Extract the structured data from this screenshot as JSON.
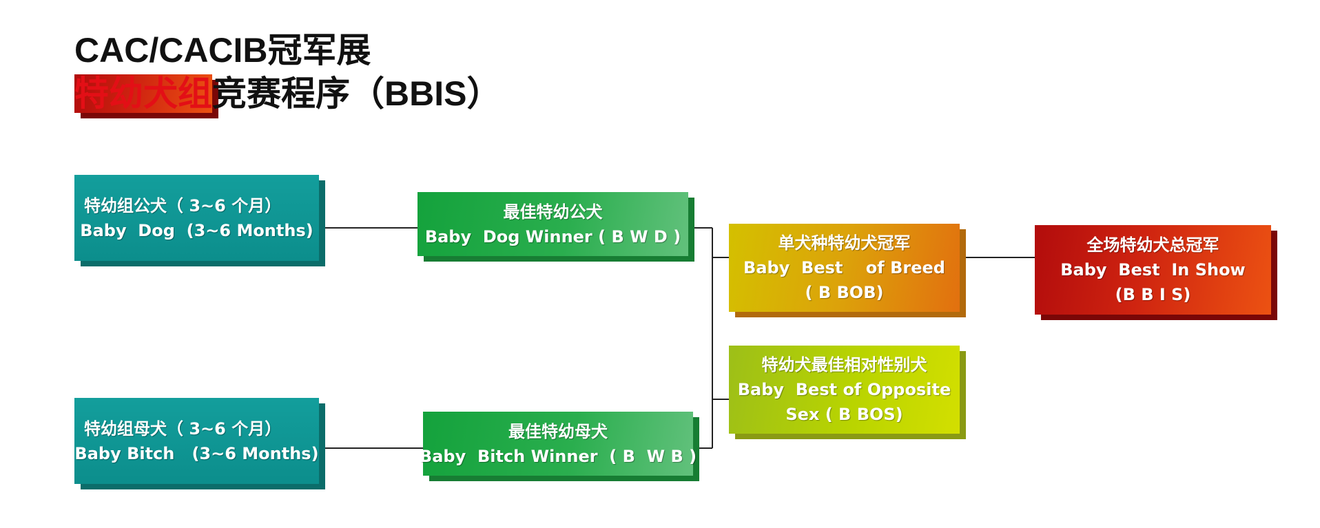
{
  "title": {
    "line1": "CAC/CACIB冠军展",
    "line2_highlight": "特幼犬组",
    "line2_rest": "竞赛程序（BBIS）"
  },
  "nodes": {
    "baby_dog": {
      "line1": "特幼组公犬（ 3~6 个月）",
      "line2": "Baby  Dog  (3~6 Months)"
    },
    "baby_bitch": {
      "line1": "特幼组母犬（ 3~6 个月）",
      "line2": "Baby Bitch   (3~6 Months)"
    },
    "bwd": {
      "line1": "最佳特幼公犬",
      "line2": "Baby  Dog Winner ( B W D )"
    },
    "bwb": {
      "line1": "最佳特幼母犬",
      "line2": "Baby  Bitch Winner  ( B  W B )"
    },
    "bbob": {
      "line1": "单犬种特幼犬冠军",
      "line2": "Baby  Best    of Breed",
      "line3": "( B BOB)"
    },
    "bbos": {
      "line1": "特幼犬最佳相对性别犬",
      "line2": "Baby  Best of Opposite",
      "line3": "Sex ( B BOS)"
    },
    "bbis": {
      "line1": "全场特幼犬总冠军",
      "line2": "Baby  Best  In Show",
      "line3": "(B B I S)"
    }
  },
  "colors": {
    "teal": "#109896",
    "green": "#1fa744",
    "gold": "#dca20a",
    "lime": "#b9d400",
    "red": "#cf2410",
    "title_red": "#e30f16",
    "line": "#222222"
  }
}
